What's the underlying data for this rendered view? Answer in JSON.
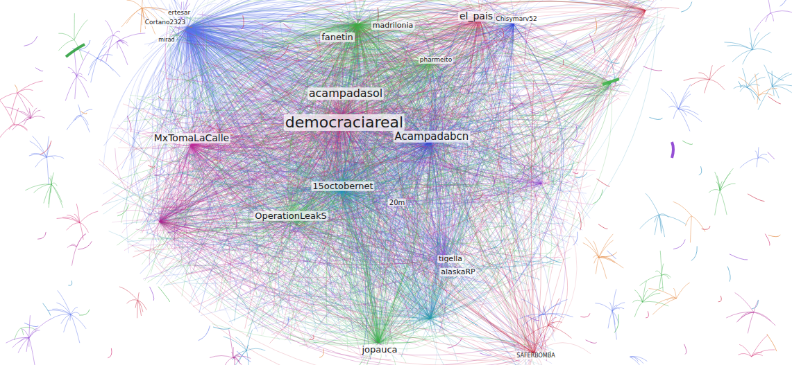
{
  "diagram": {
    "labels": [
      "ertesar",
      "Cortano2323",
      "mirad",
      "fanetin",
      "madrilonia",
      "el_pais",
      "Chisymarv52",
      "pharmeito",
      "acampadasol",
      "democraciareal",
      "MxTomaLaCalle",
      "Acampadabcn",
      "15octobernet",
      "20m",
      "OperationLeakS",
      "tigella",
      "alaskaRP",
      "jopauca",
      "SAFERBOMBA"
    ]
  }
}
